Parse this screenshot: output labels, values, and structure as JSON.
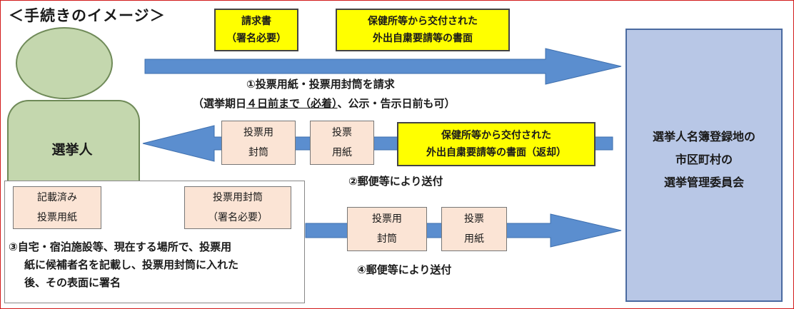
{
  "title": "＜手続きのイメージ＞",
  "voter": {
    "label": "選挙人"
  },
  "committee": {
    "line1": "選挙人名簿登録地の",
    "line2": "市区町村の",
    "line3": "選挙管理委員会"
  },
  "step1": {
    "doc_request_line1": "請求書",
    "doc_request_line2": "（署名必要）",
    "doc_certificate_line1": "保健所等から交付された",
    "doc_certificate_line2": "外出自粛要請等の書面",
    "label": "①投票用紙・投票用封筒を請求",
    "note_open": "（選挙期日",
    "note_emph": "４日前まで（必着）",
    "note_rest": "、公示・告示日前も可）"
  },
  "step2": {
    "envelope_line1": "投票用",
    "envelope_line2": "封筒",
    "ballot_line1": "投票",
    "ballot_line2": "用紙",
    "certificate_line1": "保健所等から交付された",
    "certificate_line2": "外出自粛要請等の書面（返却）",
    "label": "②郵便等により送付"
  },
  "step3": {
    "filled_ballot_line1": "記載済み",
    "filled_ballot_line2": "投票用紙",
    "sealed_envelope_line1": "投票用封筒",
    "sealed_envelope_line2": "（署名必要）",
    "desc_line1": "③自宅・宿泊施設等、現在する場所で、投票用",
    "desc_line2": "紙に候補者名を記載し、投票用封筒に入れた",
    "desc_line3": "後、その表面に署名"
  },
  "step4": {
    "envelope_line1": "投票用",
    "envelope_line2": "封筒",
    "ballot_line1": "投票",
    "ballot_line2": "用紙",
    "label": "④郵便等により送付"
  },
  "colors": {
    "arrow": "#5b8ecf",
    "yellow": "#ffff00",
    "pink": "#fbe4d5",
    "person": "#c4d7ae",
    "committee": "#b8c7e6"
  }
}
